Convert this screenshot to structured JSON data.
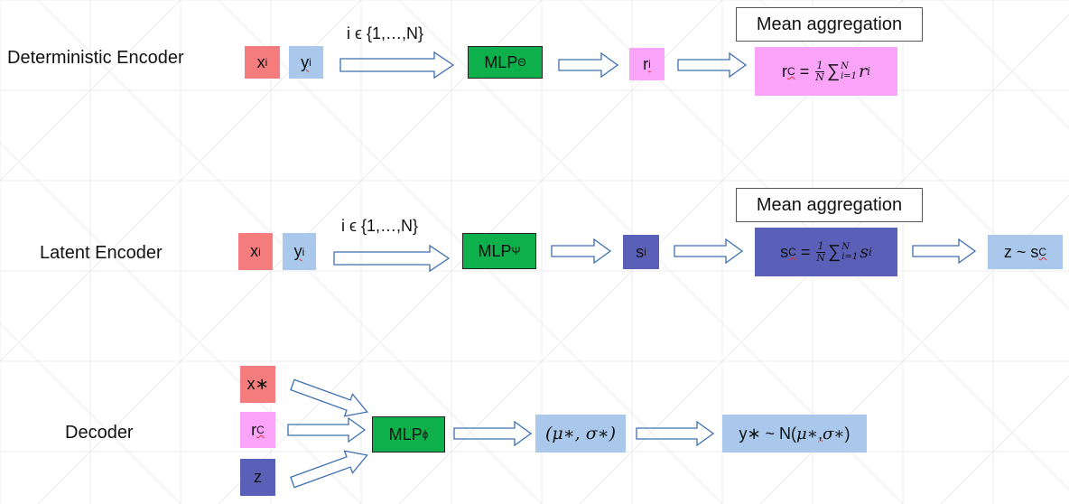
{
  "deterministic_encoder": {
    "label": "Deterministic Encoder",
    "x": "x",
    "x_sub": "i",
    "y": "y",
    "y_sub": "i",
    "index_label": "i ϵ {1,…,N}",
    "mlp": "MLP",
    "mlp_sub": "Θ",
    "r": "r",
    "r_sub": "i",
    "aggregation_label": "Mean aggregation",
    "rc": "r",
    "rc_sub": "C",
    "frac_num": "1",
    "frac_den": "N",
    "sum_sym": "∑",
    "sum_upper": "N",
    "sum_lower": "i=1",
    "sum_term": "r",
    "sum_term_sub": "i",
    "equals": " = "
  },
  "latent_encoder": {
    "label": "Latent Encoder",
    "x": "x",
    "x_sub": "i",
    "y": "y",
    "y_sub": "i",
    "index_label": "i ϵ {1,…,N}",
    "mlp": "MLP",
    "mlp_sub": "Ψ",
    "s": "s",
    "s_sub": "i",
    "aggregation_label": "Mean aggregation",
    "sc": "s",
    "sc_sub": "C",
    "frac_num": "1",
    "frac_den": "N",
    "sum_sym": "∑",
    "sum_upper": "N",
    "sum_lower": "i=1",
    "sum_term": "s",
    "sum_term_sub": "i",
    "equals": " = ",
    "z_out": "z ~ s",
    "z_out_sub": "C"
  },
  "decoder": {
    "label": "Decoder",
    "x_star": "x∗",
    "rc": "r",
    "rc_sub": "C",
    "z": "z",
    "mlp": "MLP",
    "mlp_sub": "ϕ",
    "params": "(μ∗, σ∗)",
    "output_a": "y∗ ~ N(",
    "output_b": "μ∗",
    "output_comma": ",",
    "output_c": "σ∗",
    "output_close": ")"
  },
  "colors": {
    "x": "#f47c7c",
    "y": "#a9c8ec",
    "r": "#f9a3f9",
    "s": "#5a5fb7",
    "mlp": "#0eb04c",
    "arrow_stroke": "#3e6fb0"
  }
}
